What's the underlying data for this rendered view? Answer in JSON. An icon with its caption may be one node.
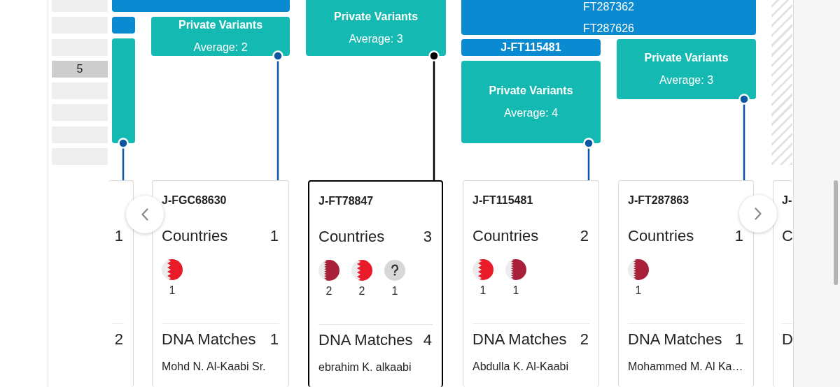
{
  "diagram": {
    "nodes": [
      {
        "text": [],
        "shape": "box"
      },
      {
        "text": [],
        "shape": "box"
      },
      {
        "text": [],
        "shape": "box"
      },
      {
        "text": [
          "5"
        ]
      },
      {
        "text": [],
        "shape": "box"
      },
      {
        "text": [],
        "shape": "box"
      },
      {
        "text": [],
        "shape": "box"
      },
      {
        "text": [],
        "shape": "box"
      },
      {
        "text": [],
        "shape": "bar"
      },
      {
        "text": [],
        "shape": "bar"
      },
      {
        "text": [],
        "shape": "bar"
      },
      {
        "text": [
          "Private Variants",
          "Average: 2"
        ]
      },
      {
        "text": [
          "Private Variants",
          "Average: 3"
        ]
      },
      {
        "text": [
          "FT287362",
          "FT287626"
        ]
      },
      {
        "text": [
          "J-FT115481"
        ]
      },
      {
        "text": [
          "Private Variants",
          "Average: 4"
        ]
      },
      {
        "text": [
          "Private Variants",
          "Average: 3"
        ]
      },
      {
        "text": [],
        "shape": "box"
      },
      {
        "text": [
          "1",
          "2"
        ]
      },
      {
        "text": [
          "J-FGC68630",
          "Countries",
          "1",
          "1",
          "DNA Matches",
          "1",
          "Mohd N. Al-Kaabi Sr."
        ]
      },
      {
        "text": [
          "J-FT78847",
          "Countries",
          "3",
          "2",
          "2",
          "1",
          "DNA Matches",
          "4",
          "ebrahim K. alkaabi"
        ]
      },
      {
        "text": [
          "J-FT115481",
          "Countries",
          "2",
          "1",
          "1",
          "DNA Matches",
          "2",
          "Abdulla K. Al-Kaabi"
        ]
      },
      {
        "text": [
          "J-FT287863",
          "Countries",
          "1",
          "1",
          "DNA Matches",
          "1",
          "Mohammed M. Al Ka…"
        ]
      },
      {
        "text": [
          "J-",
          "C",
          "D"
        ]
      }
    ],
    "edges": [
      {
        "from": 10,
        "to": 18,
        "arrow": "other"
      },
      {
        "from": 11,
        "to": 19,
        "arrow": "other"
      },
      {
        "from": 12,
        "to": 20,
        "arrow": "other",
        "color": "#000000"
      },
      {
        "from": 15,
        "to": 21,
        "arrow": "other"
      },
      {
        "from": 16,
        "to": 22,
        "arrow": "other"
      }
    ]
  }
}
